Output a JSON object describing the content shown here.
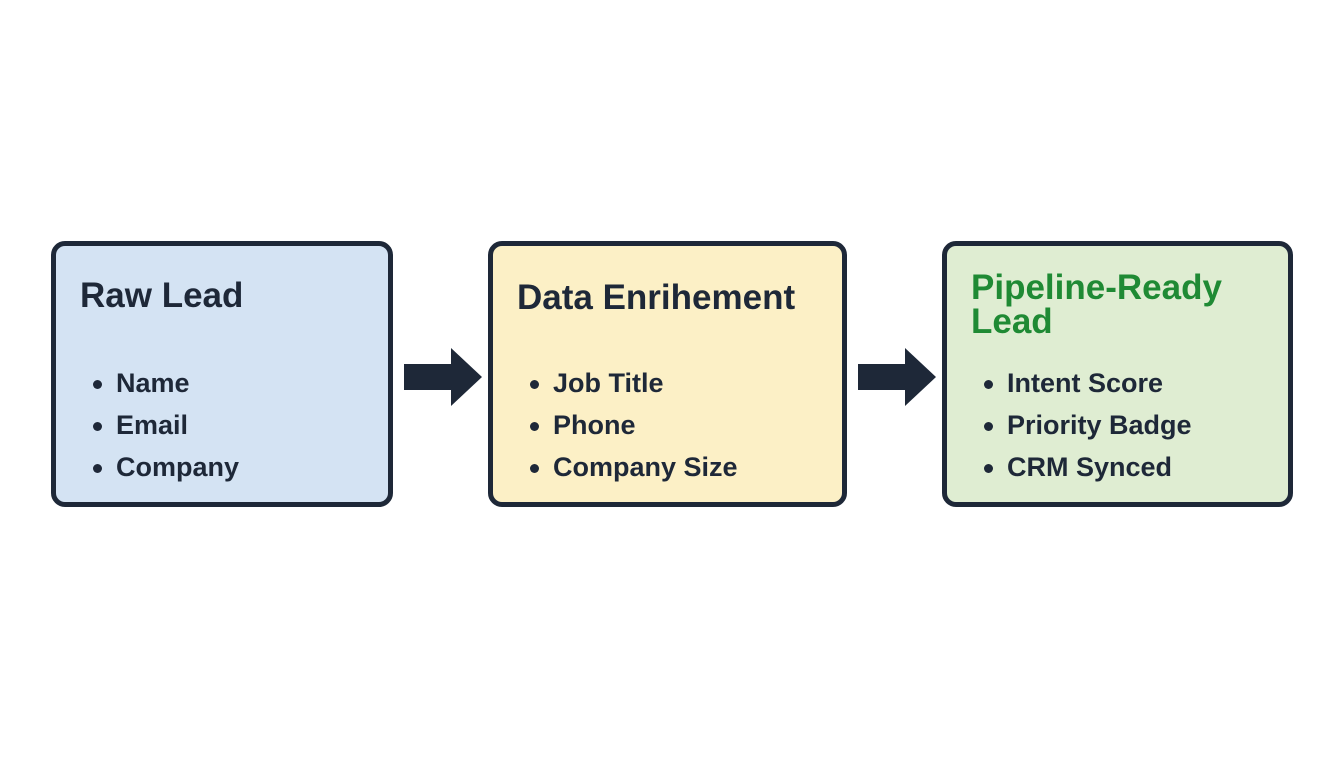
{
  "diagram": {
    "stages": [
      {
        "title": "Raw Lead",
        "items": [
          "Name",
          "Email",
          "Company"
        ],
        "fill": "#d4e3f3",
        "title_color": "#1e2838"
      },
      {
        "title": "Data Enrihement",
        "items": [
          "Job Title",
          "Phone",
          "Company Size"
        ],
        "fill": "#fcf0c6",
        "title_color": "#1e2838"
      },
      {
        "title": "Pipeline-Ready Lead",
        "items": [
          "Intent Score",
          "Priority Badge",
          "CRM Synced"
        ],
        "fill": "#dfedd2",
        "title_color": "#1f8a34"
      }
    ],
    "border_color": "#1e2838",
    "arrow_color": "#1e2838",
    "arrow_icon": "arrow-right-icon"
  }
}
